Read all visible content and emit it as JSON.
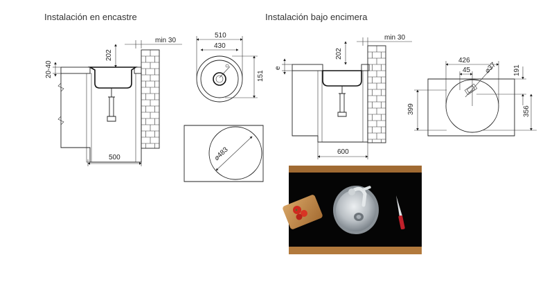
{
  "titles": {
    "left": "Instalación en encastre",
    "right": "Instalación bajo encimera"
  },
  "dimensions": {
    "min_left": "min 30",
    "min_right": "min 30",
    "h202_left": "202",
    "h2040": "20-40",
    "w500": "500",
    "w510": "510",
    "w430": "430",
    "h151": "151",
    "d483": "483",
    "h202_right": "202",
    "e": "e",
    "w600": "600",
    "w426": "426",
    "w45": "45",
    "d37": "37",
    "h191": "191",
    "h399": "399",
    "h356": "356"
  },
  "colors": {
    "line": "#222222",
    "photo_frame": "#000000",
    "wood": "#c08a4a",
    "steel": "#b8bec4",
    "knife_handle": "#c0202a",
    "tomato": "#d0281e"
  }
}
